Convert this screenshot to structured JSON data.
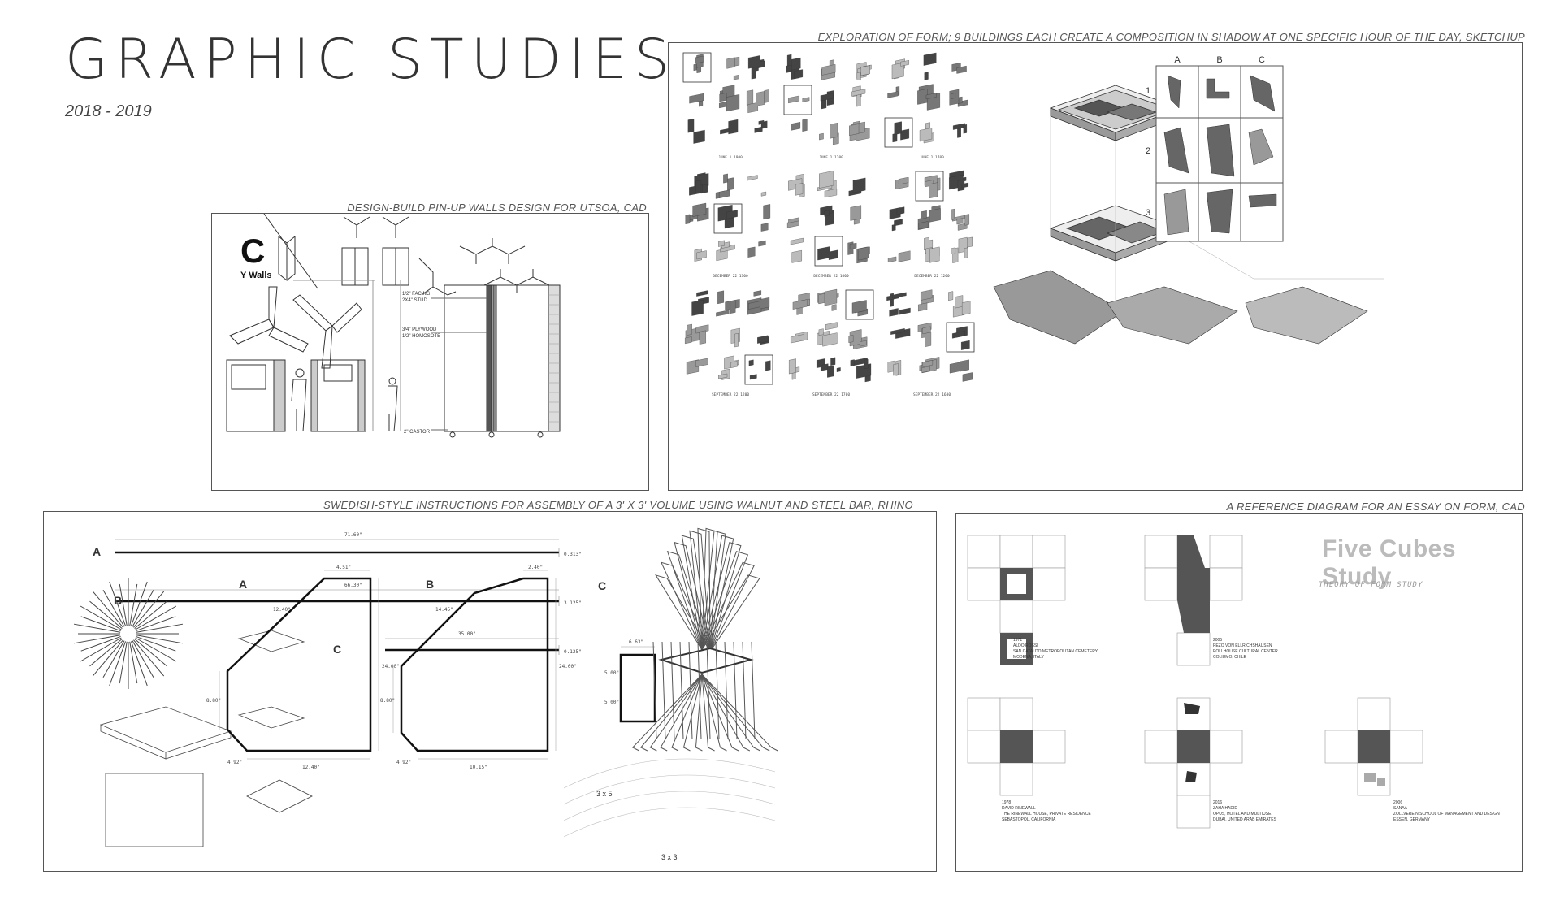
{
  "header": {
    "title": "GRAPHIC STUDIES",
    "years": "2018 - 2019"
  },
  "panels": {
    "exploration": {
      "caption": "EXPLORATION OF FORM; 9 BUILDINGS EACH CREATE A COMPOSITION IN SHADOW AT ONE SPECIFIC HOUR OF THE DAY, SKETCHUP",
      "dates": [
        "JUNE 1 1900",
        "JUNE 1 1200",
        "JUNE 1 1700",
        "DECEMBER 22 1700",
        "DECEMBER 22 1600",
        "DECEMBER 22 1200",
        "SEPTEMBER 22 1200",
        "SEPTEMBER 22 1700",
        "SEPTEMBER 22 1600"
      ],
      "grid_cols": [
        "A",
        "B",
        "C"
      ],
      "grid_rows": [
        "1",
        "2",
        "3"
      ]
    },
    "pinup": {
      "caption": "DESIGN-BUILD PIN-UP WALLS DESIGN FOR UTSOA, CAD",
      "letter": "C",
      "subtitle": "Y Walls",
      "note_facing": "1/2\" FACING",
      "note_stud": "2X4\" STUD",
      "note_plywood": "3/4\" PLYWOOD",
      "note_homosote": "1/2\" HOMOSOTE",
      "note_castor": "2\" CASTOR"
    },
    "swedish": {
      "caption": "SWEDISH-STYLE INSTRUCTIONS FOR ASSEMBLY OF A 3' X 3' VOLUME USING WALNUT AND STEEL BAR, RHINO",
      "part_a": "A",
      "part_b": "B",
      "part_c": "C",
      "dim_a_left": "4.51\"",
      "dim_a_top": "12.40\"",
      "dim_a_right": "24.00\"",
      "dim_a_bottom": "12.40\"",
      "dim_a_corner": "4.92\"",
      "dim_a_mid": "8.80\"",
      "dim_b_top": "2.40\"",
      "dim_b_left": "14.45\"",
      "dim_b_right": "24.00\"",
      "dim_b_bottom": "10.15\"",
      "dim_b_corner": "4.92\"",
      "dim_b_mid": "8.80\"",
      "dim_c_top": "6.63\"",
      "dim_c_a": "5.00\"",
      "dim_c_b": "5.00\"",
      "bar_a_len": "71.60\"",
      "bar_b_len": "66.30\"",
      "bar_c_len": "35.00\"",
      "bar_a_end": "0.313\"",
      "bar_b_end": "3.125\"",
      "bar_c_end": "0.125\"",
      "label_3x5": "3 x 5",
      "label_3x3": "3 x 3"
    },
    "reference": {
      "caption": "A REFERENCE DIAGRAM FOR AN ESSAY ON FORM, CAD",
      "title": "Five Cubes Study",
      "subtitle": "THEORY OF FORM STUDY",
      "studies": [
        {
          "year": "1971",
          "lines": [
            "ALDO ROSSI",
            "SAN CATALDO METROPOLITAN CEMETERY",
            "MODENA, ITALY"
          ]
        },
        {
          "year": "2005",
          "lines": [
            "PEZO VON ELLRICHSHAUSEN",
            "POLI HOUSE CULTURAL CENTER",
            "COLIUMO, CHILE"
          ]
        },
        {
          "year": "1978",
          "lines": [
            "DAVID RINEWALL",
            "THE RINEWALL HOUSE, PRIVATE RESIDENCE",
            "SEBASTOPOL, CALIFORNIA"
          ]
        },
        {
          "year": "2016",
          "lines": [
            "ZAHA HADID",
            "OPUS, HOTEL AND MULTIUSE",
            "DUBAI, UNITED ARAB EMIRATES"
          ]
        },
        {
          "year": "2006",
          "lines": [
            "SANAA",
            "ZOLLVEREIN SCHOOL OF MANAGEMENT AND DESIGN",
            "ESSEN, GERMANY"
          ]
        }
      ]
    }
  }
}
